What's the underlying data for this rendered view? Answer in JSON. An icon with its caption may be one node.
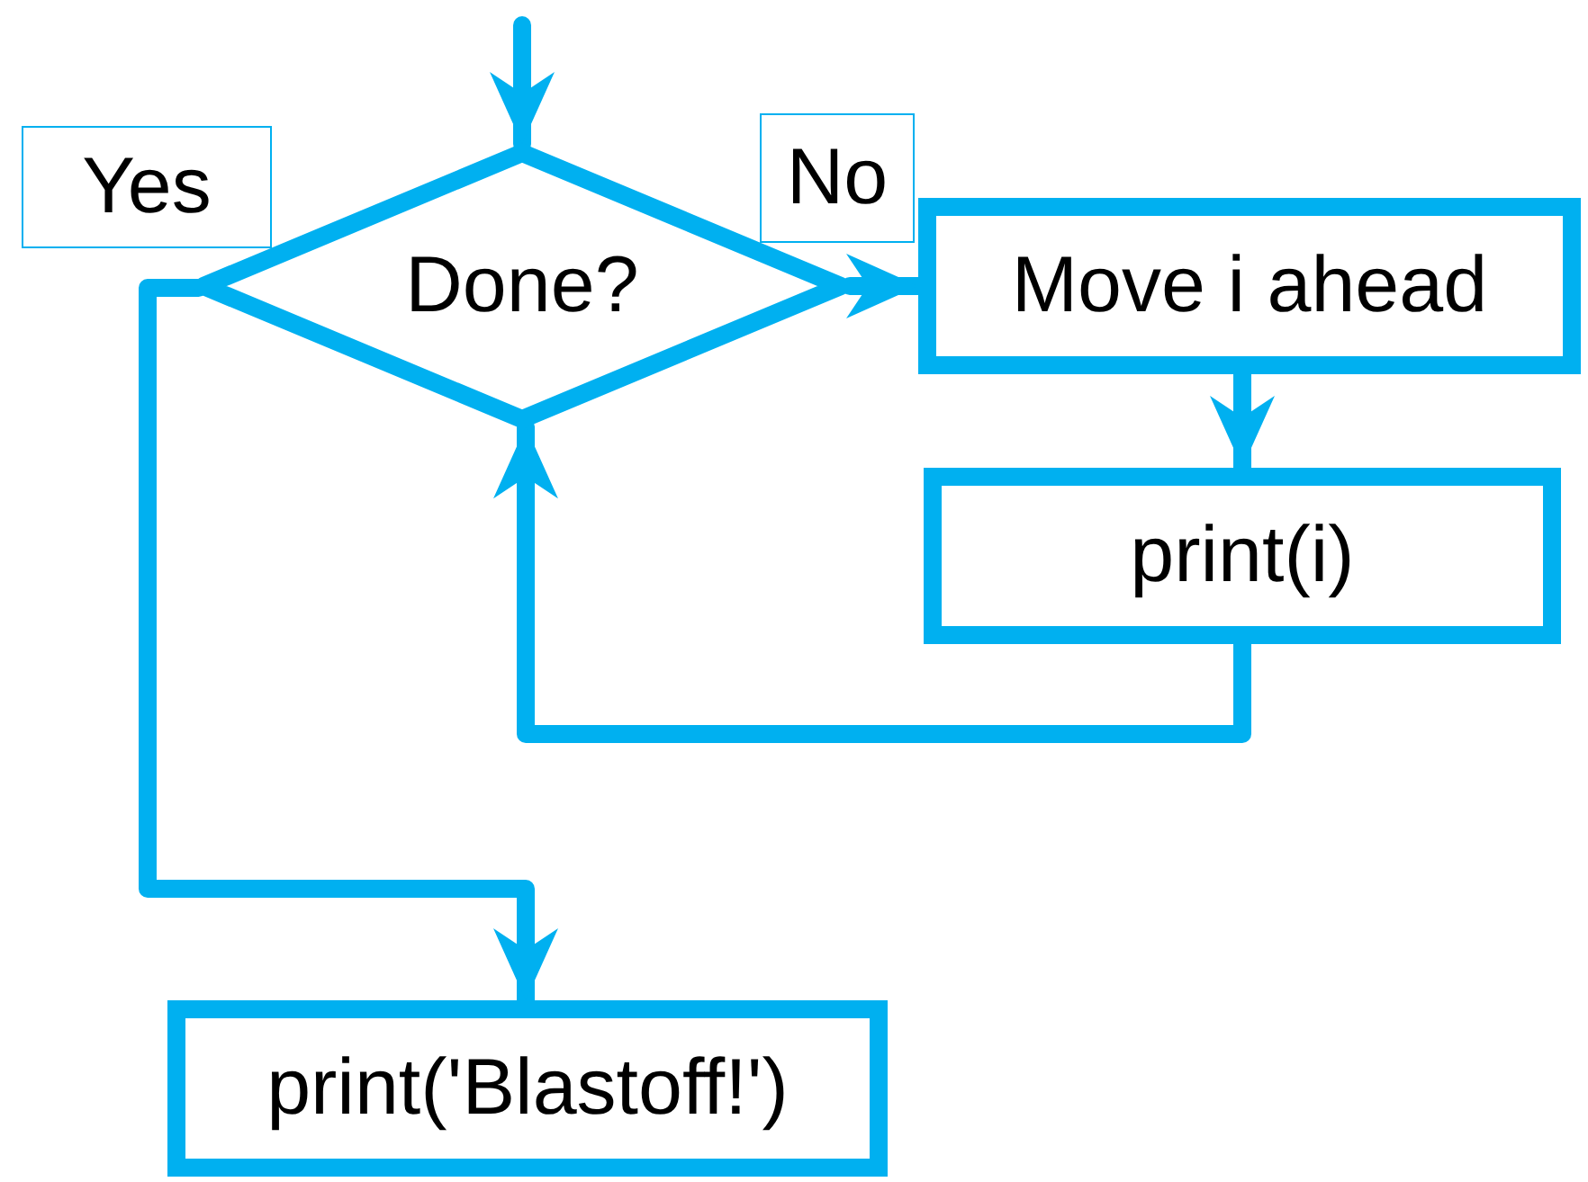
{
  "diagram": {
    "nodes": [
      {
        "text": [
          "Done?"
        ]
      },
      {
        "text": [
          "Move i ahead"
        ]
      },
      {
        "text": [
          "print(i)"
        ]
      },
      {
        "text": [
          "print('Blastoff!')"
        ]
      }
    ],
    "edges": [
      {
        "from": null,
        "to": 0,
        "arrow": "to"
      },
      {
        "from": 0,
        "to": 1,
        "arrow": "to",
        "label": "No"
      },
      {
        "from": 1,
        "to": 2,
        "arrow": "to"
      },
      {
        "from": 2,
        "to": 0,
        "arrow": "to"
      },
      {
        "from": 0,
        "to": 3,
        "arrow": "to",
        "label": "Yes"
      }
    ]
  }
}
